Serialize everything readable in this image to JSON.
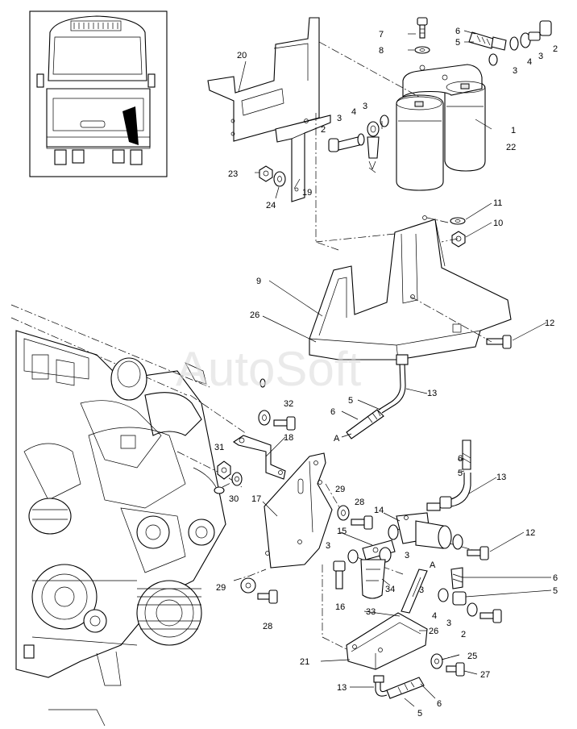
{
  "watermark": "AutoSoft",
  "labels": [
    {
      "id": "p7",
      "text": "7"
    },
    {
      "id": "p8",
      "text": "8"
    },
    {
      "id": "p6a",
      "text": "6"
    },
    {
      "id": "p5a",
      "text": "5"
    },
    {
      "id": "p2a",
      "text": "2"
    },
    {
      "id": "p3a",
      "text": "3"
    },
    {
      "id": "p4a",
      "text": "4"
    },
    {
      "id": "p3b",
      "text": "3"
    },
    {
      "id": "p20",
      "text": "20"
    },
    {
      "id": "p4b",
      "text": "4"
    },
    {
      "id": "p3c",
      "text": "3"
    },
    {
      "id": "p2b",
      "text": "2"
    },
    {
      "id": "p3d",
      "text": "3"
    },
    {
      "id": "p1",
      "text": "1"
    },
    {
      "id": "p22",
      "text": "22"
    },
    {
      "id": "p23",
      "text": "23"
    },
    {
      "id": "p19",
      "text": "19"
    },
    {
      "id": "p24",
      "text": "24"
    },
    {
      "id": "p11",
      "text": "11"
    },
    {
      "id": "p10",
      "text": "10"
    },
    {
      "id": "p9",
      "text": "9"
    },
    {
      "id": "p26a",
      "text": "26"
    },
    {
      "id": "p12a",
      "text": "12"
    },
    {
      "id": "p13a",
      "text": "13"
    },
    {
      "id": "p5b",
      "text": "5"
    },
    {
      "id": "p6b",
      "text": "6"
    },
    {
      "id": "pA1",
      "text": "A"
    },
    {
      "id": "p32",
      "text": "32"
    },
    {
      "id": "p18",
      "text": "18"
    },
    {
      "id": "p31",
      "text": "31"
    },
    {
      "id": "p30",
      "text": "30"
    },
    {
      "id": "p6c",
      "text": "6"
    },
    {
      "id": "p5c",
      "text": "5"
    },
    {
      "id": "p13b",
      "text": "13"
    },
    {
      "id": "p17",
      "text": "17"
    },
    {
      "id": "p29a",
      "text": "29"
    },
    {
      "id": "p28a",
      "text": "28"
    },
    {
      "id": "p14",
      "text": "14"
    },
    {
      "id": "p15",
      "text": "15"
    },
    {
      "id": "p12b",
      "text": "12"
    },
    {
      "id": "p3e",
      "text": "3"
    },
    {
      "id": "p3f",
      "text": "3"
    },
    {
      "id": "pA2",
      "text": "A"
    },
    {
      "id": "p6d",
      "text": "6"
    },
    {
      "id": "p5d",
      "text": "5"
    },
    {
      "id": "p34",
      "text": "34"
    },
    {
      "id": "p29b",
      "text": "29"
    },
    {
      "id": "p16",
      "text": "16"
    },
    {
      "id": "p3g",
      "text": "3"
    },
    {
      "id": "p4c",
      "text": "4"
    },
    {
      "id": "p33",
      "text": "33"
    },
    {
      "id": "p3h",
      "text": "3"
    },
    {
      "id": "p26b",
      "text": "26"
    },
    {
      "id": "p2c",
      "text": "2"
    },
    {
      "id": "p28b",
      "text": "28"
    },
    {
      "id": "p25",
      "text": "25"
    },
    {
      "id": "p21",
      "text": "21"
    },
    {
      "id": "p27",
      "text": "27"
    },
    {
      "id": "p13c",
      "text": "13"
    },
    {
      "id": "p6e",
      "text": "6"
    },
    {
      "id": "p5e",
      "text": "5"
    }
  ]
}
